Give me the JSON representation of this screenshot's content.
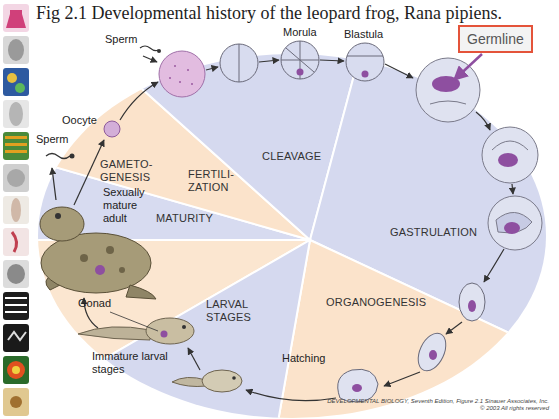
{
  "diagram": {
    "title": "Fig 2.1 Developmental history of the leopard frog, Rana pipiens.",
    "nodes": [
      {
        "text": [
          "Germline"
        ]
      }
    ],
    "labels": [
      "Sperm",
      "Sperm",
      "Oocyte",
      "FERTILI- ZATION",
      "GAMETO- GENESIS",
      "Sexually mature adult",
      "MATURITY",
      "LARVAL STAGES",
      "Gonad",
      "Immature larval stages",
      "Hatching",
      "ORGANOGENESIS",
      "GASTRULATION",
      "CLEAVAGE",
      "Morula",
      "Blastula",
      "DEVELOPMENTAL BIOLOGY, Seventh Edition, Figure 2.1 Sinauer Associates, Inc.",
      "© 2003 All rights reserved"
    ]
  }
}
